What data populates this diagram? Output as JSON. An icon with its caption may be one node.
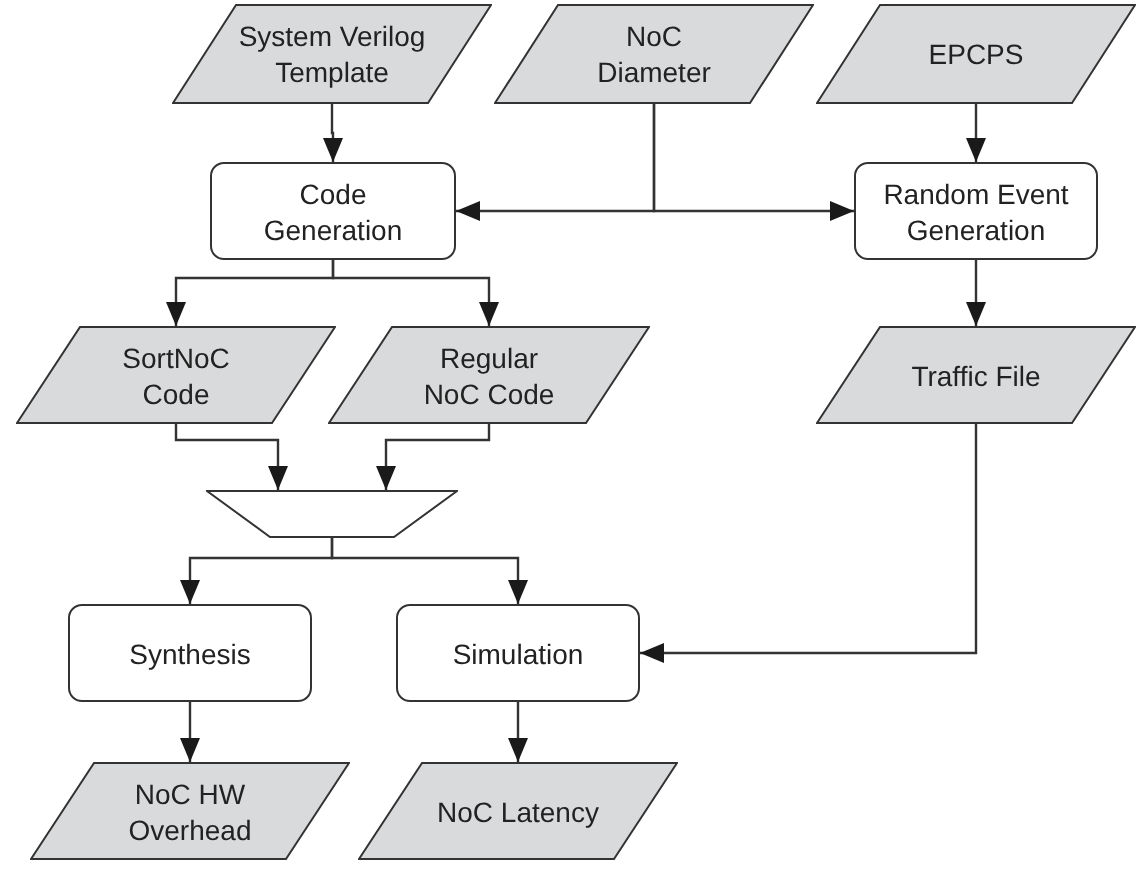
{
  "diagram": {
    "nodes": [
      {
        "text": [
          "System Verilog Template"
        ]
      },
      {
        "text": [
          "NoC Diameter"
        ]
      },
      {
        "text": [
          "EPCPS"
        ]
      },
      {
        "text": [
          "Code Generation"
        ]
      },
      {
        "text": [
          "Random Event Generation"
        ]
      },
      {
        "text": [
          "SortNoC Code"
        ]
      },
      {
        "text": [
          "Regular NoC Code"
        ]
      },
      {
        "text": [
          "Traffic File"
        ]
      },
      {
        "text": [],
        "shape": "trapezoid"
      },
      {
        "text": [
          "Synthesis"
        ]
      },
      {
        "text": [
          "Simulation"
        ]
      },
      {
        "text": [
          "NoC HW Overhead"
        ]
      },
      {
        "text": [
          "NoC Latency"
        ]
      }
    ],
    "edges": [
      {
        "from": 0,
        "to": 3,
        "arrow": "to"
      },
      {
        "from": 1,
        "to": 3,
        "arrow": "to"
      },
      {
        "from": 1,
        "to": 4,
        "arrow": "to"
      },
      {
        "from": 2,
        "to": 4,
        "arrow": "to"
      },
      {
        "from": 3,
        "to": 5,
        "arrow": "to"
      },
      {
        "from": 3,
        "to": 6,
        "arrow": "to"
      },
      {
        "from": 4,
        "to": 7,
        "arrow": "to"
      },
      {
        "from": 5,
        "to": 8,
        "arrow": "to"
      },
      {
        "from": 6,
        "to": 8,
        "arrow": "to"
      },
      {
        "from": 8,
        "to": 9,
        "arrow": "to"
      },
      {
        "from": 8,
        "to": 10,
        "arrow": "to"
      },
      {
        "from": 7,
        "to": 10,
        "arrow": "to"
      },
      {
        "from": 9,
        "to": 11,
        "arrow": "to"
      },
      {
        "from": 10,
        "to": 12,
        "arrow": "to"
      }
    ]
  }
}
